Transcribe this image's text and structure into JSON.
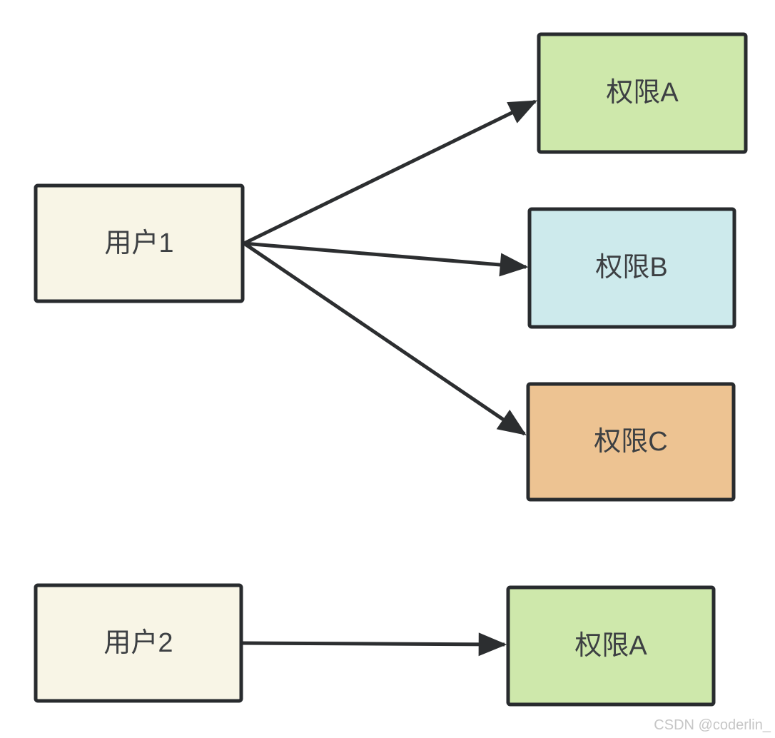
{
  "diagram": {
    "stroke_color": "#282b2e",
    "edge_color": "#2c2e30",
    "text_color": "#3d4043",
    "nodes": [
      {
        "id": "user1",
        "label": "用户1",
        "fill": "#f8f5e6"
      },
      {
        "id": "permA1",
        "label": "权限A",
        "fill": "#cee8ab"
      },
      {
        "id": "permB",
        "label": "权限B",
        "fill": "#cdeaec"
      },
      {
        "id": "permC",
        "label": "权限C",
        "fill": "#edc392"
      },
      {
        "id": "user2",
        "label": "用户2",
        "fill": "#f8f5e6"
      },
      {
        "id": "permA2",
        "label": "权限A",
        "fill": "#cee8ab"
      }
    ],
    "edges": [
      {
        "from": "user1",
        "to": "permA1"
      },
      {
        "from": "user1",
        "to": "permB"
      },
      {
        "from": "user1",
        "to": "permC"
      },
      {
        "from": "user2",
        "to": "permA2"
      }
    ]
  },
  "watermark": {
    "text": "CSDN @coderlin_",
    "color": "#c6c6c6"
  }
}
